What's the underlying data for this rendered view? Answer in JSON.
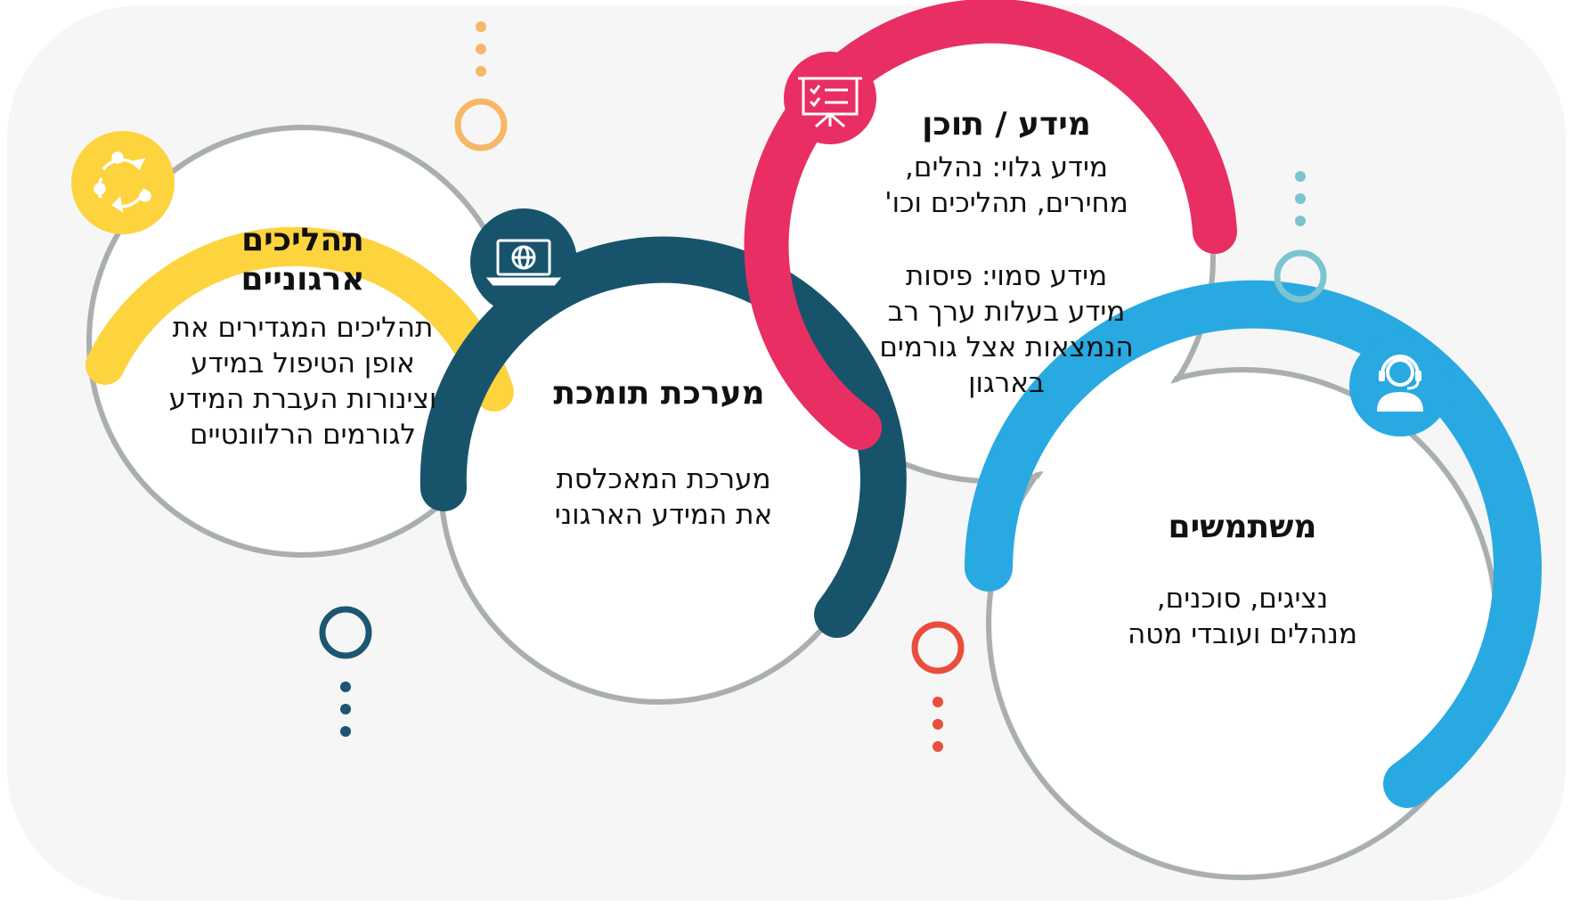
{
  "colors": {
    "yellow": "#FDD43E",
    "teal": "#17546C",
    "pink": "#E92E63",
    "blue": "#29A9E1",
    "gray": "#A9AEAF",
    "orange_deco": "#F6B866",
    "navy_deco": "#1C5672",
    "red_deco": "#E94E3C",
    "light_blue_deco": "#7CC4CF"
  },
  "circles": {
    "processes": {
      "icon": "cycle-arrows-icon",
      "title": "תהליכים\nארגוניים",
      "body": "תהליכים המגדירים את\nאופן הטיפול במידע\nוצינורות העברת המידע\nלגורמים הרלוונטיים"
    },
    "system": {
      "icon": "laptop-globe-icon",
      "title": "מערכת תומכת",
      "body": "מערכת המאכלסת\nאת המידע הארגוני"
    },
    "content": {
      "icon": "presentation-board-icon",
      "title": "מידע / תוכן",
      "body_explicit": "מידע גלוי: נהלים,\nמחירים, תהליכים וכו'",
      "body_tacit": "מידע סמוי: פיסות\nמידע בעלות ערך רב\nהנמצאות אצל גורמים\nבארגון"
    },
    "users": {
      "icon": "headset-user-icon",
      "title": "משתמשים",
      "body": "נציגים, סוכנים,\nמנהלים ועובדי מטה"
    }
  }
}
